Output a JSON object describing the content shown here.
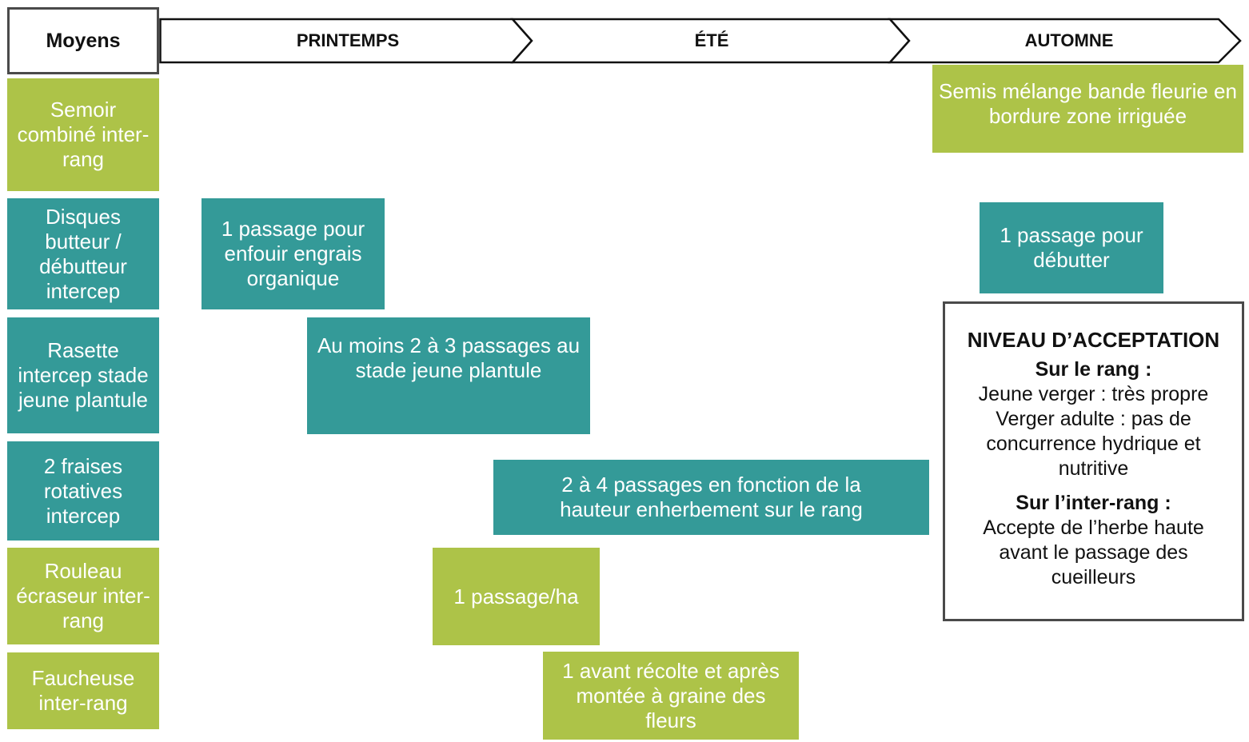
{
  "header": {
    "label": "Moyens"
  },
  "seasons": [
    {
      "label": "PRINTEMPS"
    },
    {
      "label": "ÉTÉ"
    },
    {
      "label": "AUTOMNE"
    }
  ],
  "colors": {
    "teal": "#349a98",
    "green": "#adc348",
    "border": "#4a4a4a"
  },
  "tools": [
    {
      "label": "Semoir combiné inter-rang",
      "color": "green"
    },
    {
      "label": "Disques butteur / débutteur intercep",
      "color": "teal"
    },
    {
      "label": "Rasette intercep stade jeune plantule",
      "color": "teal"
    },
    {
      "label": "2 fraises rotatives intercep",
      "color": "teal"
    },
    {
      "label": "Rouleau écraseur inter-rang",
      "color": "green"
    },
    {
      "label": "Faucheuse inter-rang",
      "color": "green"
    }
  ],
  "actions": [
    {
      "tool": "Semoir combiné inter-rang",
      "season": "AUTOMNE",
      "text": "Semis mélange bande fleurie en bordure zone irriguée",
      "color": "green"
    },
    {
      "tool": "Disques butteur / débutteur intercep",
      "season": "PRINTEMPS",
      "text": "1 passage pour enfouir engrais organique",
      "color": "teal"
    },
    {
      "tool": "Disques butteur / débutteur intercep",
      "season": "AUTOMNE",
      "text": "1 passage pour débutter",
      "color": "teal"
    },
    {
      "tool": "Rasette intercep stade jeune plantule",
      "season": "PRINTEMPS",
      "text": "Au moins 2 à 3 passages au stade jeune plantule",
      "color": "teal"
    },
    {
      "tool": "2 fraises rotatives intercep",
      "season": "ÉTÉ",
      "text": "2 à 4 passages en fonction de la hauteur enherbement sur le rang",
      "color": "teal"
    },
    {
      "tool": "Rouleau écraseur inter-rang",
      "season": "PRINTEMPS-ÉTÉ",
      "text": "1 passage/ha",
      "color": "green"
    },
    {
      "tool": "Faucheuse inter-rang",
      "season": "ÉTÉ",
      "text": "1 avant récolte et après montée à graine des fleurs",
      "color": "green"
    }
  ],
  "acceptance": {
    "title": "NIVEAU D’ACCEPTATION",
    "rang_title": "Sur le rang :",
    "rang_line1": "Jeune verger : très propre",
    "rang_line2": "Verger adulte : pas de concurrence hydrique et nutritive",
    "interrang_title": "Sur l’inter-rang :",
    "interrang_text": "Accepte de l’herbe haute avant le passage des cueilleurs"
  }
}
